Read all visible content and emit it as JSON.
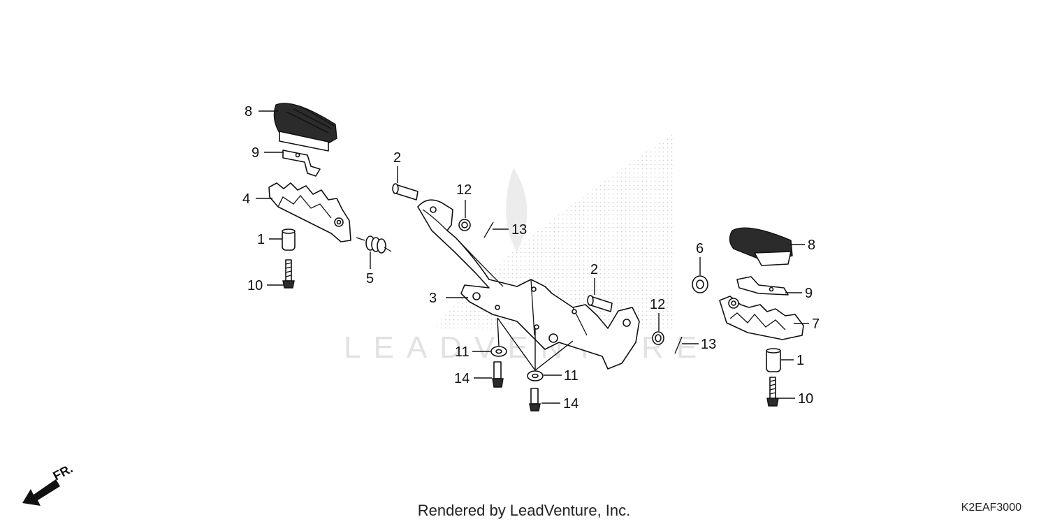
{
  "watermark": "LEADVENTURE",
  "footer": "Rendered by LeadVenture, Inc.",
  "diagram_code": "K2EAF3000",
  "direction_label": "FR.",
  "callouts": {
    "c8a": "8",
    "c9a": "9",
    "c4": "4",
    "c1a": "1",
    "c10a": "10",
    "c5": "5",
    "c2a": "2",
    "c12a": "12",
    "c13a": "13",
    "c3": "3",
    "c11a": "11",
    "c14a": "14",
    "c11b": "11",
    "c14b": "14",
    "c2b": "2",
    "c12b": "12",
    "c13b": "13",
    "c6": "6",
    "c8b": "8",
    "c9b": "9",
    "c7": "7",
    "c1b": "1",
    "c10b": "10"
  }
}
